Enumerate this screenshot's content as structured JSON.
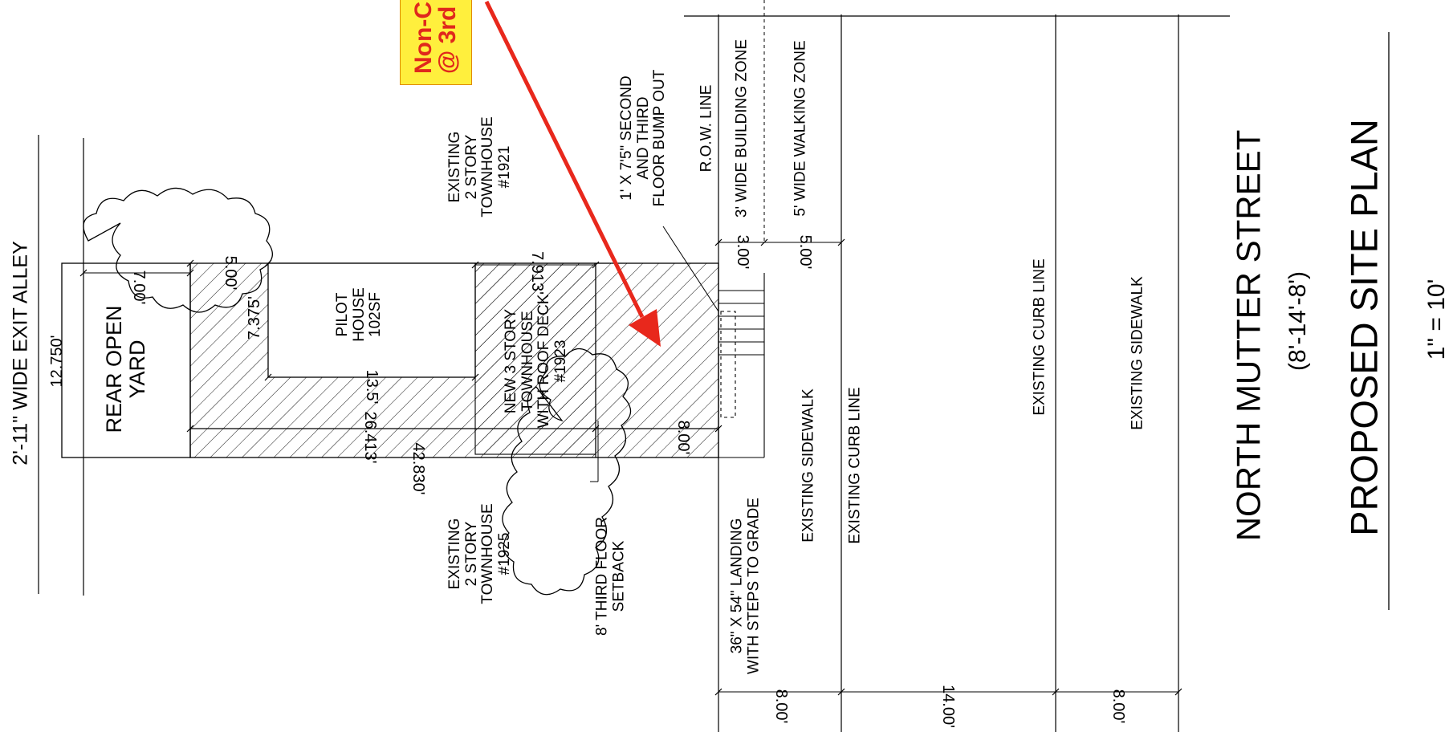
{
  "title": "PROPOSED SITE PLAN",
  "scale": "1\" = 10'",
  "street": {
    "name": "NORTH MUTTER STREET",
    "widths": "(8'-14'-8')"
  },
  "alley": "2'-11\" WIDE EXIT ALLEY",
  "callout": {
    "line1": "Non-C",
    "line2": "@ 3rd"
  },
  "yard": {
    "line1": "REAR OPEN",
    "line2": "YARD"
  },
  "pilot_house": {
    "line1": "PILOT",
    "line2": "HOUSE",
    "line3": "102SF"
  },
  "new_townhouse": {
    "line1": "NEW 3 STORY",
    "line2": "TOWNHOUSE",
    "line3": "WITH ROOF DECK",
    "line4": "#1923"
  },
  "neighbor_north": {
    "line1": "EXISTING",
    "line2": "2 STORY",
    "line3": "TOWNHOUSE",
    "line4": "#1921"
  },
  "neighbor_south": {
    "line1": "EXISTING",
    "line2": "2 STORY",
    "line3": "TOWNHOUSE",
    "line4": "#1925"
  },
  "bumpout": {
    "line1": "1' X 7'5\" SECOND",
    "line2": "AND THIRD",
    "line3": "FLOOR BUMP OUT"
  },
  "setback": {
    "line1": "8'  THIRD FLOOR",
    "line2": "SETBACK"
  },
  "landing": {
    "line1": "36\" X 54\" LANDING",
    "line2": "WITH STEPS TO GRADE"
  },
  "row_line": "R.O.W. LINE",
  "building_zone": "3' WIDE BUILDING ZONE",
  "walking_zone": "5' WIDE WALKING ZONE",
  "sidewalk_near": "EXISTING SIDEWALK",
  "curb_near": "EXISTING CURB LINE",
  "curb_far": "EXISTING CURB LINE",
  "sidewalk_far": "EXISTING SIDEWALK",
  "dims": {
    "lot_width": "12.750'",
    "yard_depth": "7.00'",
    "rear_setback": "5.00'",
    "pilot_width": "7.375'",
    "pilot_depth": "13.5'",
    "house_depth_a": "7.913'",
    "house_depth_total": "26.413'",
    "lot_depth": "42.830'",
    "front_setback": "8.00'",
    "zone_building": "3.00'",
    "zone_walking": "5.00'",
    "sidewalk_width": "8.00'",
    "street_width": "14.00'",
    "far_sidewalk_width": "8.00'"
  },
  "colors": {
    "callout_fill": "#ffef3d",
    "callout_text": "#e0281c",
    "arrow": "#e8281c"
  }
}
